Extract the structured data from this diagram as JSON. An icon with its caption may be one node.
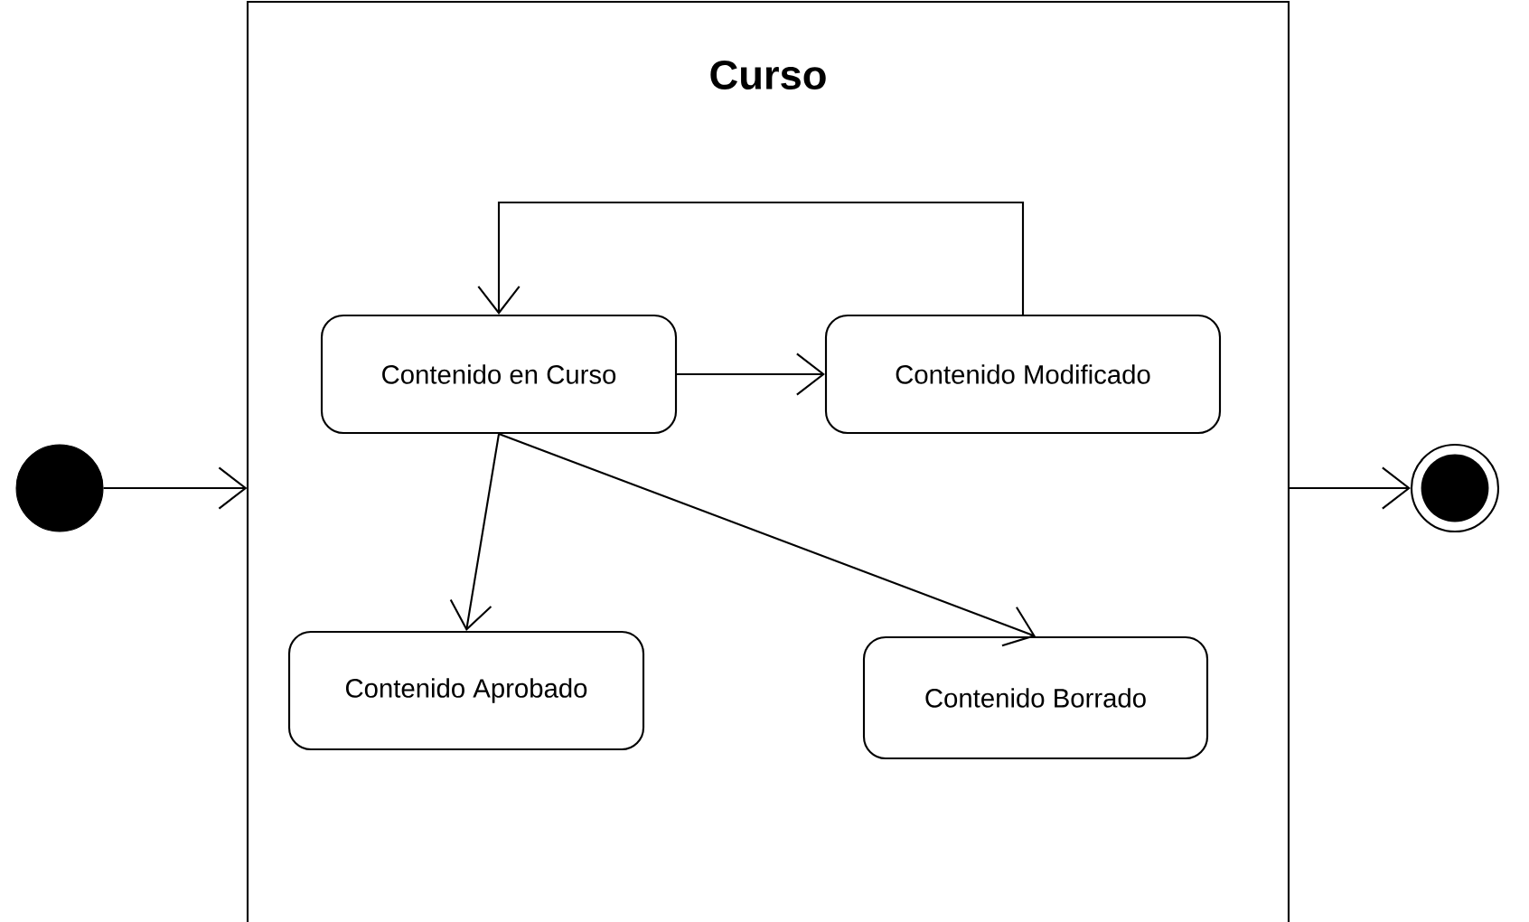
{
  "diagram": {
    "nodes": [
      {
        "text": [],
        "shape": "circle"
      },
      {
        "text": [
          "Curso"
        ]
      },
      {
        "text": [
          "Contenido en Curso"
        ],
        "in": 1
      },
      {
        "text": [
          "Contenido Modificado"
        ],
        "in": 1
      },
      {
        "text": [
          "Contenido Aprobado"
        ],
        "in": 1
      },
      {
        "text": [
          "Contenido Borrado"
        ],
        "in": 1
      },
      {
        "text": [],
        "shape": "circle"
      }
    ],
    "edges": [
      {
        "from": 0,
        "to": 1,
        "arrow": "to"
      },
      {
        "from": 2,
        "to": 3,
        "arrow": "to"
      },
      {
        "from": 3,
        "to": 2,
        "arrow": "to"
      },
      {
        "from": 2,
        "to": 4,
        "arrow": "to"
      },
      {
        "from": 2,
        "to": 5,
        "arrow": "to"
      },
      {
        "from": 1,
        "to": 6,
        "arrow": "to"
      }
    ]
  }
}
